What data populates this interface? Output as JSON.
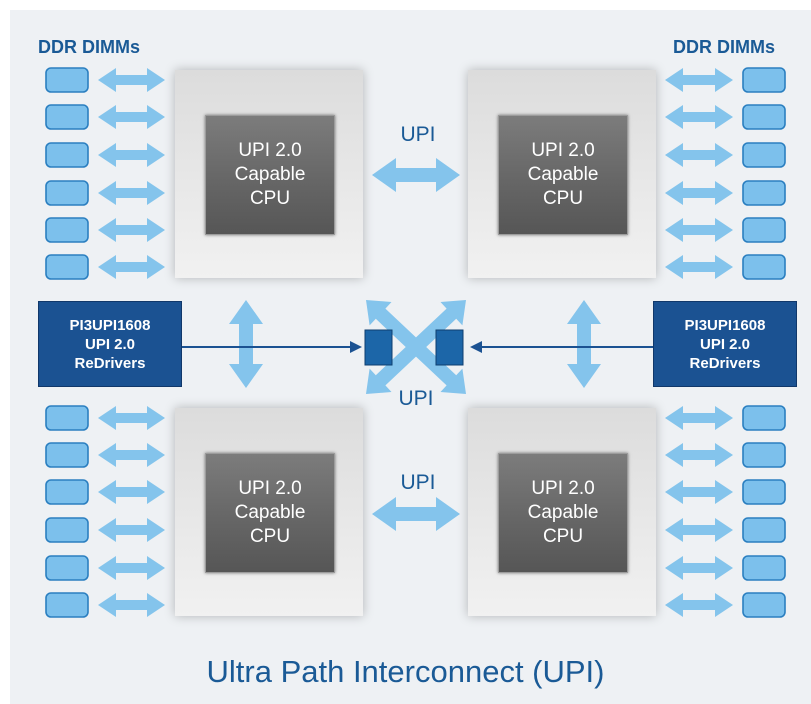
{
  "labels": {
    "dimm_left": "DDR DIMMs",
    "dimm_right": "DDR DIMMs",
    "upi_top": "UPI",
    "upi_bottom": "UPI",
    "upi_center": "UPI"
  },
  "cpus": [
    {
      "line1": "UPI 2.0",
      "line2": "Capable",
      "line3": "CPU"
    },
    {
      "line1": "UPI 2.0",
      "line2": "Capable",
      "line3": "CPU"
    },
    {
      "line1": "UPI 2.0",
      "line2": "Capable",
      "line3": "CPU"
    },
    {
      "line1": "UPI 2.0",
      "line2": "Capable",
      "line3": "CPU"
    }
  ],
  "redrivers": [
    {
      "line1": "PI3UPI1608",
      "line2": "UPI 2.0",
      "line3": "ReDrivers"
    },
    {
      "line1": "PI3UPI1608",
      "line2": "UPI 2.0",
      "line3": "ReDrivers"
    }
  ],
  "footer": {
    "title": "Ultra Path Interconnect (UPI)"
  },
  "colors": {
    "accent": "#1a5a96",
    "arrow": "#84c4ec",
    "dimm": "#7cc0ec",
    "redriver": "#1b5292",
    "cpu_inner": "#6a6a6a"
  }
}
